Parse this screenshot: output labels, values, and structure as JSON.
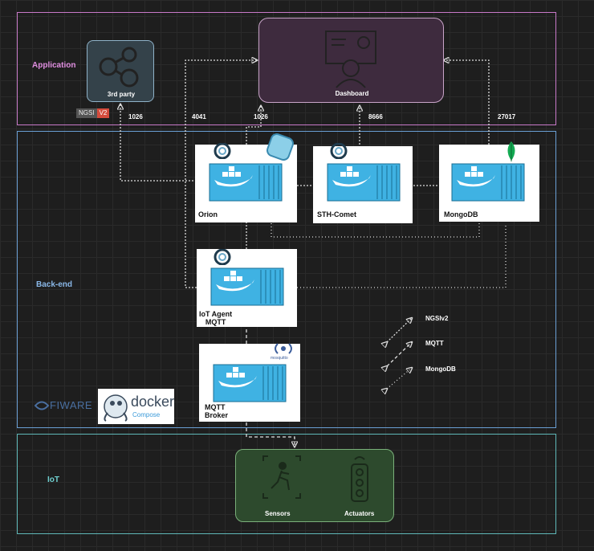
{
  "layers": {
    "application": "Application",
    "backend": "Back-end",
    "iot": "IoT"
  },
  "nodes": {
    "third_party": "3rd party",
    "dashboard": "Dashboard",
    "orion": "Orion",
    "sth_comet": "STH-Comet",
    "mongodb": "MongoDB",
    "iot_agent": "IoT Agent\nMQTT",
    "mqtt_broker": "MQTT\nBroker",
    "sensors": "Sensors",
    "actuators": "Actuators"
  },
  "badges": {
    "ngsi": "NGSI",
    "v2": "V2",
    "fiware": "FIWARE",
    "docker": "docker",
    "compose": "Compose",
    "mosquitto": "mosquitto"
  },
  "ports": {
    "p1026a": "1026",
    "p4041": "4041",
    "p1026b": "1026",
    "p8666": "8666",
    "p27017": "27017"
  },
  "legend": {
    "ngsiv2": "NGSIv2",
    "mqtt": "MQTT",
    "mongodb": "MongoDB"
  },
  "colors": {
    "application": "#c879c8",
    "backend": "#6a9fd4",
    "iot": "#5fb8b8",
    "dashboard_fill": "#3e2b3e",
    "iot_fill": "#2d4a2d",
    "container": "#3fb2e3"
  }
}
